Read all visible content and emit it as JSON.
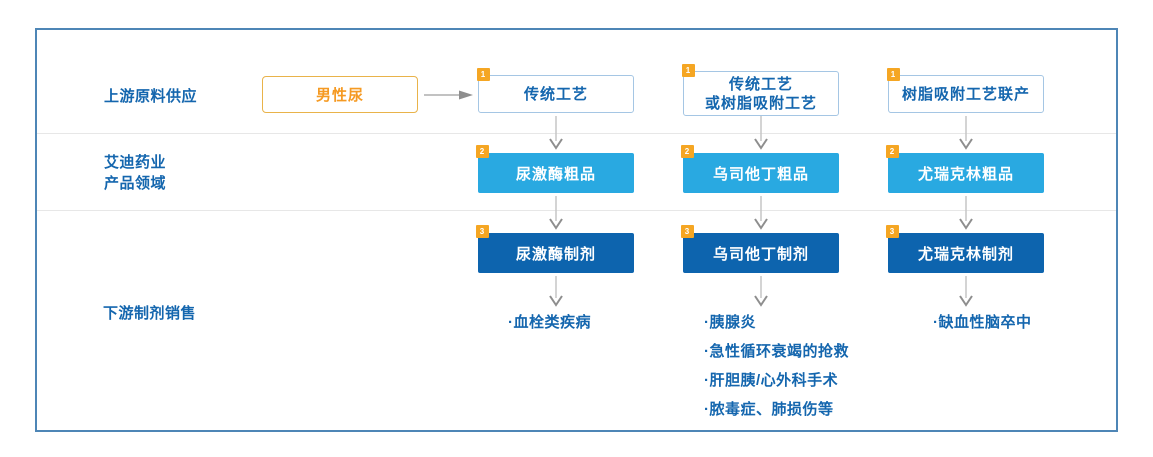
{
  "diagram": {
    "sections": {
      "upstream_label": "上游原料供应",
      "company_label": "艾迪药业\n产品领域",
      "downstream_label": "下游制剂销售"
    },
    "source_box": "男性尿",
    "badges": {
      "step1": "1",
      "step2": "2",
      "step3": "3"
    },
    "columns": [
      {
        "process": "传统工艺",
        "crude": "尿激酶粗品",
        "formulation": "尿激酶制剂",
        "indications": [
          "·血栓类疾病"
        ]
      },
      {
        "process": "传统工艺\n或树脂吸附工艺",
        "crude": "乌司他丁粗品",
        "formulation": "乌司他丁制剂",
        "indications": [
          "·胰腺炎",
          "·急性循环衰竭的抢救",
          "·肝胆胰/心外科手术",
          "·脓毒症、肺损伤等"
        ]
      },
      {
        "process": "树脂吸附工艺联产",
        "crude": "尤瑞克林粗品",
        "formulation": "尤瑞克林制剂",
        "indications": [
          "·缺血性脑卒中"
        ]
      }
    ],
    "colors": {
      "frame_border": "#4E86B6",
      "label_blue": "#1466AE",
      "light_blue": "#29A9E1",
      "dark_blue": "#0D64AE",
      "badge_orange": "#F5A623",
      "source_orange": "#F59A23",
      "arrow_gray": "#8E8E8E"
    }
  }
}
